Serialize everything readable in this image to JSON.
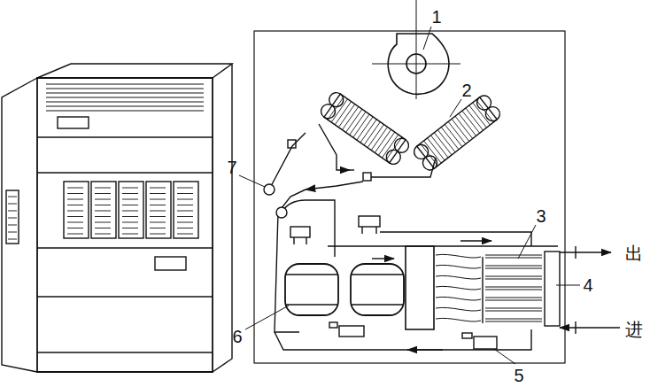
{
  "diagram": {
    "labels": [
      "1",
      "2",
      "3",
      "4",
      "5",
      "6",
      "7",
      "出",
      "进"
    ]
  }
}
